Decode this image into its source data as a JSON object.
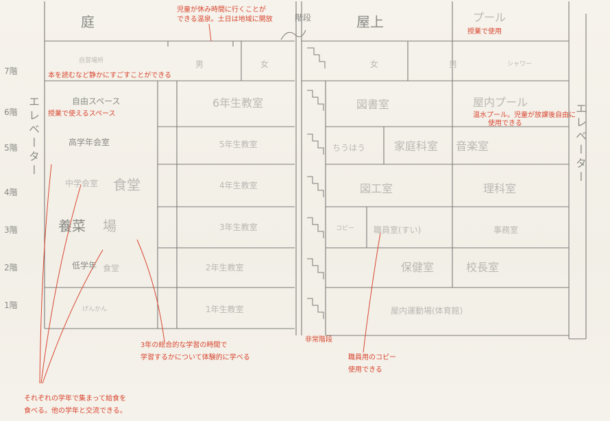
{
  "floor_labels": [
    "7階",
    "6階",
    "5階",
    "4階",
    "3階",
    "2階",
    "1階"
  ],
  "top": {
    "niwa": "庭",
    "okujo": "屋上",
    "pool": "プール",
    "kaidan": "階段"
  },
  "rooms": {
    "jishu_top": "自習場所",
    "shi": "男",
    "jo": "女",
    "shi_r": "女",
    "jo_r": "男",
    "shower": "シャワー",
    "jiyu": "自由スペース",
    "g6": "6年生教室",
    "toshoshitsu": "図書室",
    "okunai_pool": "屋内プール",
    "kodo": "高学年会室",
    "g5": "5年生教室",
    "tsukushi": "ちうはう",
    "kateika": "家庭科室",
    "ongaku": "音楽室",
    "chugaku": "中学会室",
    "shokudo": "食堂",
    "g4": "4年生教室",
    "zuko": "図工室",
    "rika": "理科室",
    "yosai": "養菜",
    "ba": "場",
    "g3": "3年生教室",
    "kopi": "コピー",
    "shokuin": "職員室(すい)",
    "chuzai": "事務室",
    "teigaku": "低学年",
    "shokudo2": "食堂",
    "g2": "2年生教室",
    "hoken": "保健室",
    "kocho": "校長室",
    "ichi_l": "げんかん",
    "g1": "1年生教室",
    "taiiku": "屋内運動場(体育館)"
  },
  "elevator_left": "エレベーター",
  "elevator_right": "エレベーター",
  "notes": {
    "top_center": [
      "児童が休み時間に行くことが",
      "できる温泉。土日は地域に開放"
    ],
    "pool_note": "授業で使用",
    "jishu_note": "本を読むなど静かにすごすことができる",
    "jiyu_note": "授業で使えるスペース",
    "pool_warm": [
      "温水プール。児童が放課後自由に",
      "使用できる"
    ],
    "stairs_note": "非常階段",
    "bottom_center": [
      "3年の総合的な学習の時間で",
      "学習するかについて体験的に学べる"
    ],
    "copy_note": [
      "職員用のコピー",
      "使用できる"
    ],
    "bottom_left": [
      "それぞれの学年で集まって給食を",
      "食べる。他の学年と交流できる。"
    ]
  }
}
